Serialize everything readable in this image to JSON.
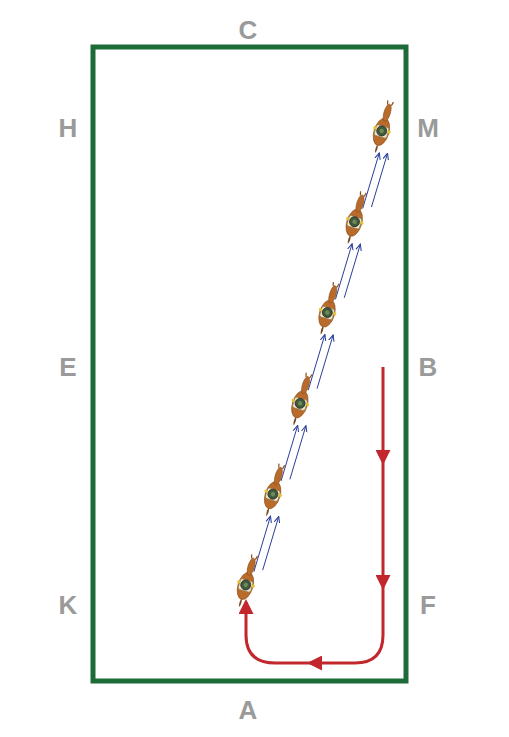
{
  "diagram": {
    "labels": [
      "C",
      "H",
      "M",
      "E",
      "B",
      "K",
      "F",
      "A"
    ]
  }
}
